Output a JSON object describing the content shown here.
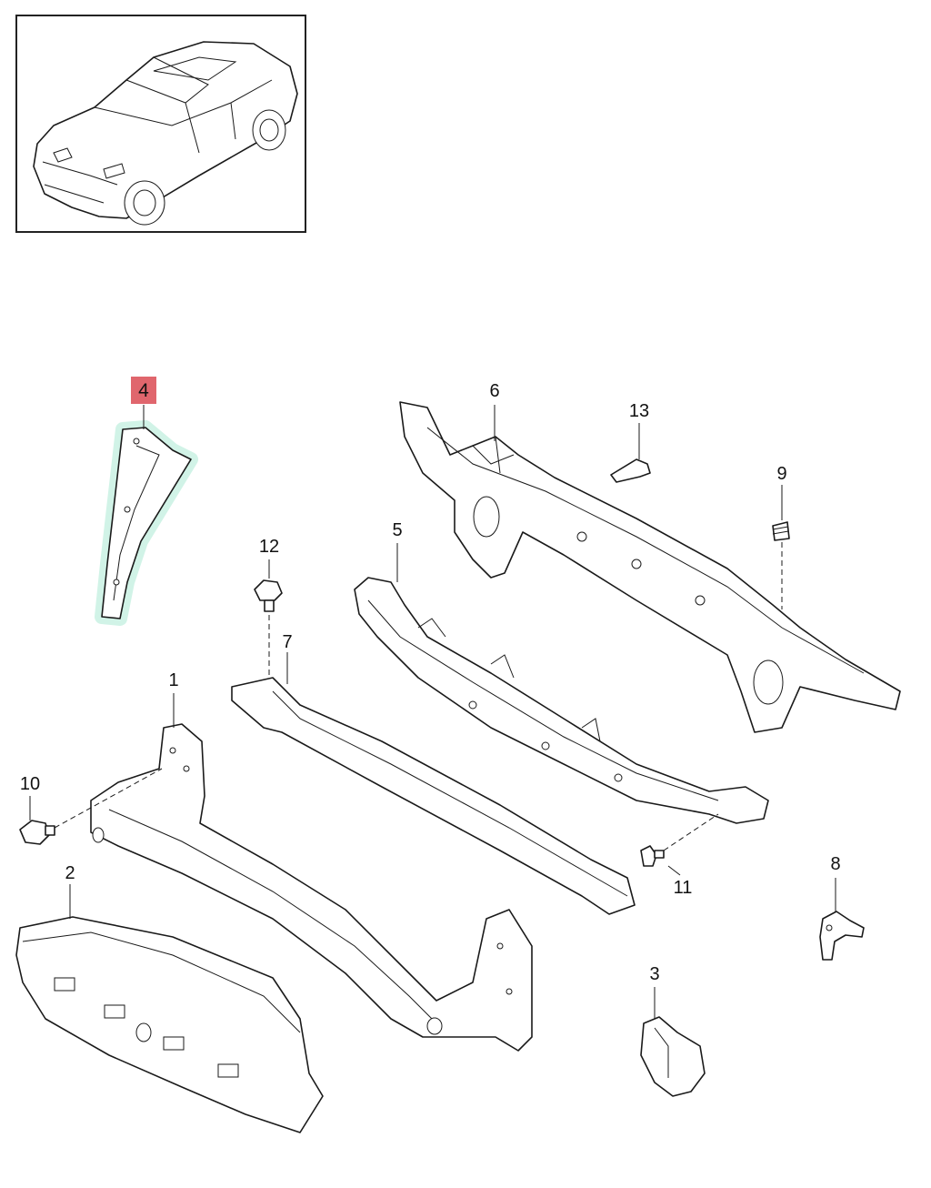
{
  "inset": {
    "icon": "suv-vehicle-icon"
  },
  "highlight_color": "#e0666d",
  "part_highlight_color": "#c9f2e3",
  "callouts": {
    "p1": "1",
    "p2": "2",
    "p3": "3",
    "p4": "4",
    "p5": "5",
    "p6": "6",
    "p7": "7",
    "p8": "8",
    "p9": "9",
    "p10": "10",
    "p11": "11",
    "p12": "12",
    "p13": "13"
  },
  "selected_part": "4"
}
